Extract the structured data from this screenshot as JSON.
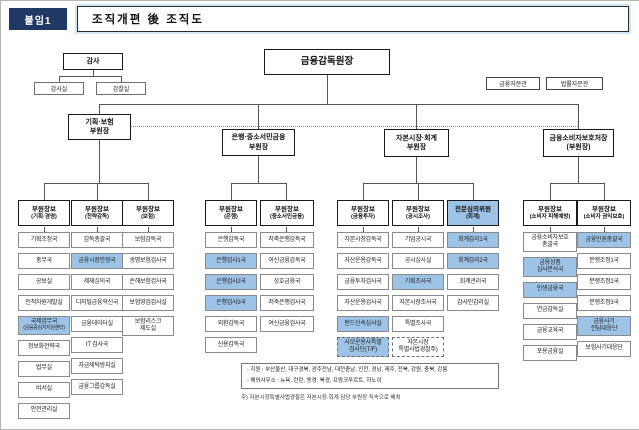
{
  "header": {
    "tag": "붙임1",
    "title": "조직개편 後 조직도"
  },
  "colors": {
    "tag_navy": "#1F3864",
    "highlight_blue": "#9DC3E6"
  },
  "org": {
    "governor": "금융감독원장",
    "audit": {
      "head": "감사",
      "offices": [
        "감사실",
        "감찰실"
      ]
    },
    "advisors": [
      "금융자문관",
      "법률자문관"
    ],
    "deputy_governors": [
      {
        "label": "기획·보험\n부원장"
      },
      {
        "label": "은행·중소서민금융\n부원장"
      },
      {
        "label": "자본시장·회계\n부원장"
      },
      {
        "label": "금융소비자보호처장\n(부원장)"
      }
    ],
    "columns": [
      {
        "head_title": "부원장보",
        "head_sub": "(기획·경영)",
        "head_highlight": false,
        "items": [
          {
            "label": "기획조정국"
          },
          {
            "label": "총무국"
          },
          {
            "label": "공보실"
          },
          {
            "label": "인적자원개발실"
          },
          {
            "label": "국제업무국",
            "sub": "(금융중심지지원센터)",
            "highlight": true
          },
          {
            "label": "정보화전략국"
          },
          {
            "label": "법무실"
          },
          {
            "label": "비서실"
          },
          {
            "label": "안전관리실"
          }
        ]
      },
      {
        "head_title": "부원장보",
        "head_sub": "(전략감독)",
        "head_highlight": false,
        "items": [
          {
            "label": "감독총괄국"
          },
          {
            "label": "금융시장안정국",
            "highlight": true
          },
          {
            "label": "제재심의국"
          },
          {
            "label": "디지털금융혁신국"
          },
          {
            "label": "금융데이터실"
          },
          {
            "label": "IT 검사국"
          },
          {
            "label": "자금세탁방지실"
          },
          {
            "label": "금융그룹감독실"
          }
        ]
      },
      {
        "head_title": "부원장보",
        "head_sub": "(보험)",
        "head_highlight": false,
        "items": [
          {
            "label": "보험감독국"
          },
          {
            "label": "생명보험검사국"
          },
          {
            "label": "손해보험검사국"
          },
          {
            "label": "보험영업검사실"
          },
          {
            "label": "보험리스크\n제도실"
          }
        ]
      },
      {
        "head_title": "부원장보",
        "head_sub": "(은행)",
        "head_highlight": false,
        "items": [
          {
            "label": "은행감독국"
          },
          {
            "label": "은행검사1국",
            "highlight": true
          },
          {
            "label": "은행검사2국",
            "highlight": true
          },
          {
            "label": "은행검사3국",
            "highlight": true
          },
          {
            "label": "외환감독국"
          },
          {
            "label": "신용감독국"
          }
        ]
      },
      {
        "head_title": "부원장보",
        "head_sub": "(중소서민금융)",
        "head_highlight": false,
        "items": [
          {
            "label": "저축은행감독국"
          },
          {
            "label": "여신금융감독국"
          },
          {
            "label": "상호금융국"
          },
          {
            "label": "저축은행검사국"
          },
          {
            "label": "여신금융검사국"
          }
        ]
      },
      {
        "head_title": "부원장보",
        "head_sub": "(금융투자)",
        "head_highlight": false,
        "items": [
          {
            "label": "자본시장감독국"
          },
          {
            "label": "자산운용감독국"
          },
          {
            "label": "금융투자검사국"
          },
          {
            "label": "자산운용검사국"
          },
          {
            "label": "펀드신속심사실",
            "highlight": true
          },
          {
            "label": "사모운용사특별\n검사단(T/F)",
            "highlight": true,
            "dashed": true
          }
        ]
      },
      {
        "head_title": "부원장보",
        "head_sub": "(공시조사)",
        "head_highlight": false,
        "items": [
          {
            "label": "기업공시국"
          },
          {
            "label": "공시심사실"
          },
          {
            "label": "기획조사국",
            "highlight": true
          },
          {
            "label": "자본시장조사국"
          },
          {
            "label": "특별조사국"
          },
          {
            "label": "자본시장\n특별사법경찰주)",
            "dashed": true
          }
        ]
      },
      {
        "head_title": "전문심의위원",
        "head_sub": "(회계)",
        "head_highlight": true,
        "items": [
          {
            "label": "회계감리1국",
            "highlight": true
          },
          {
            "label": "회계감리2국",
            "highlight": true
          },
          {
            "label": "회계관리국"
          },
          {
            "label": "감사인감리실"
          }
        ]
      },
      {
        "head_title": "부원장보",
        "head_sub": "(소비자 피해예방)",
        "head_highlight": false,
        "items": [
          {
            "label": "금융소비자보호\n총괄국"
          },
          {
            "label": "금융상품\n심사분석국",
            "highlight": true
          },
          {
            "label": "민생금융국",
            "highlight": true
          },
          {
            "label": "연금감독실"
          },
          {
            "label": "금융교육국"
          },
          {
            "label": "포용금융실"
          }
        ]
      },
      {
        "head_title": "부원장보",
        "head_sub": "(소비자 권익보호)",
        "head_highlight": false,
        "items": [
          {
            "label": "금융민원총괄국",
            "highlight": true
          },
          {
            "label": "분쟁조정1국"
          },
          {
            "label": "분쟁조정2국"
          },
          {
            "label": "분쟁조정3국"
          },
          {
            "label": "금융사기\n전담대응단",
            "highlight": true
          },
          {
            "label": "보험사기대응단"
          }
        ]
      }
    ]
  },
  "footnotes": {
    "box_lines": [
      "- 지원 : 부산울산, 대구경북, 광주전남, 대전충남, 인천, 경남, 제주, 전북, 강원, 충북, 강릉",
      "- 해외사무소 : 뉴욕, 런던, 동경, 북경, 프랑크푸르트, 하노이"
    ],
    "note": "주) 자본시장특별사법경찰은 자본시장·회계 담당 부원장 직속으로 배치"
  }
}
